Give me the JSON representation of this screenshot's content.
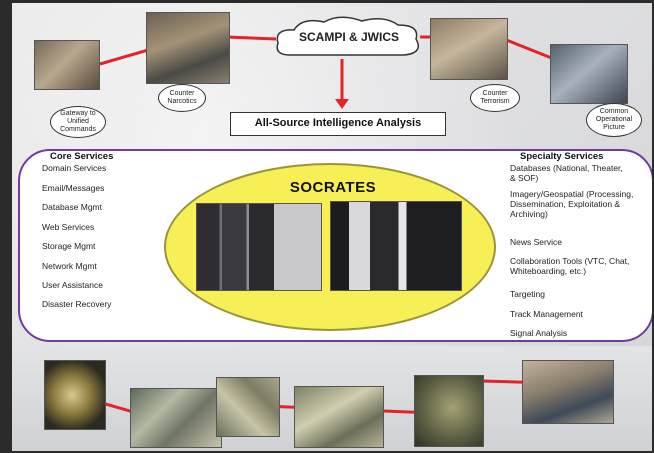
{
  "top": {
    "cloud_label": "SCAMPI & JWICS",
    "bubbles": [
      "Gateway to Unified Commands",
      "Counter Narcotics",
      "Counter Terrorism",
      "Common Operational Picture"
    ],
    "analysis_label": "All-Source Intelligence Analysis"
  },
  "center": {
    "title": "SOCRATES",
    "core": {
      "heading": "Core Services",
      "items": [
        "Domain Services",
        "Email/Messages",
        "Database Mgmt",
        "Web Services",
        "Storage Mgmt",
        "Network Mgmt",
        "User Assistance",
        "Disaster Recovery"
      ]
    },
    "specialty": {
      "heading": "Specialty Services",
      "items": [
        "Databases (National, Theater, & SOF)",
        "Imagery/Geospatial (Processing, Dissemination, Exploitation & Archiving)",
        "News Service",
        "Collaboration Tools (VTC, Chat, Whiteboarding, etc.)",
        "Targeting",
        "Track Management",
        "Signal Analysis"
      ]
    }
  },
  "colors": {
    "connector": "#e0242a",
    "border": "#6e3b9e",
    "ellipse": "#f6ef56"
  }
}
